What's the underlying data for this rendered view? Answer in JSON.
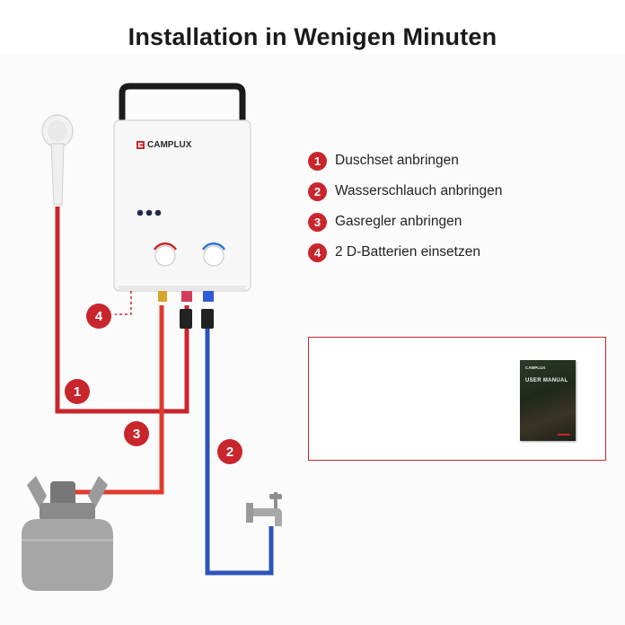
{
  "title": "Installation in Wenigen Minuten",
  "steps": [
    {
      "number": "1",
      "label": "Duschset anbringen"
    },
    {
      "number": "2",
      "label": "Wasserschlauch anbringen"
    },
    {
      "number": "3",
      "label": "Gasregler anbringen"
    },
    {
      "number": "4",
      "label": "2 D-Batterien einsetzen"
    }
  ],
  "heater": {
    "brand": "CAMPLUX"
  },
  "callouts": {
    "one": "1",
    "two": "2",
    "three": "3",
    "four": "4"
  },
  "accessories": {
    "manual_brand": "CAMPLUX",
    "manual_title": "USER MANUAL"
  },
  "colors": {
    "accent": "#c8262c",
    "gas_line": "#e03a2f",
    "shower_line": "#c8262c",
    "water_line": "#2d55b8"
  }
}
